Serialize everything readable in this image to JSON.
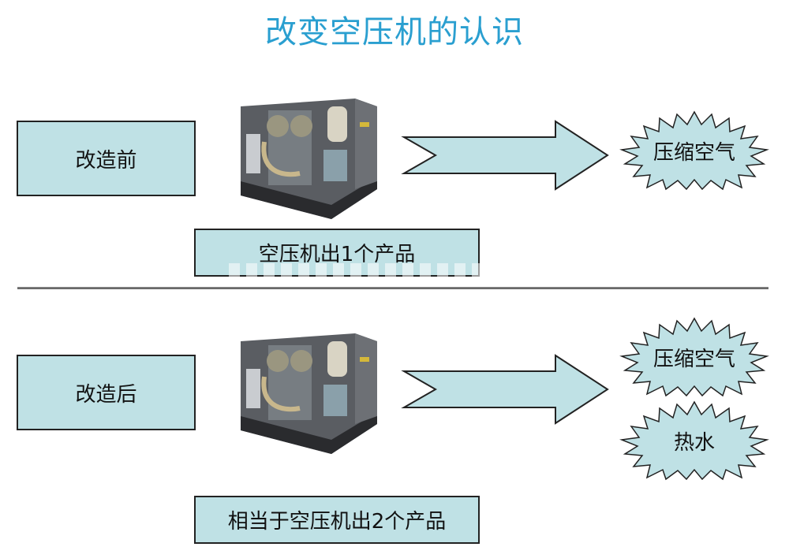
{
  "title": "改变空压机的认识",
  "before": {
    "label": "改造前",
    "caption": "空压机出1个产品",
    "outputs": [
      "压缩空气"
    ]
  },
  "after": {
    "label": "改造后",
    "caption": "相当于空压机出2个产品",
    "outputs": [
      "压缩空气",
      "热水"
    ]
  },
  "colors": {
    "title": "#2a9fd0",
    "box_fill": "#bfe1e5",
    "border": "#222222"
  },
  "icons": {
    "machine": "air-compressor-icon",
    "arrow": "right-arrow-icon",
    "burst": "starburst-icon"
  }
}
